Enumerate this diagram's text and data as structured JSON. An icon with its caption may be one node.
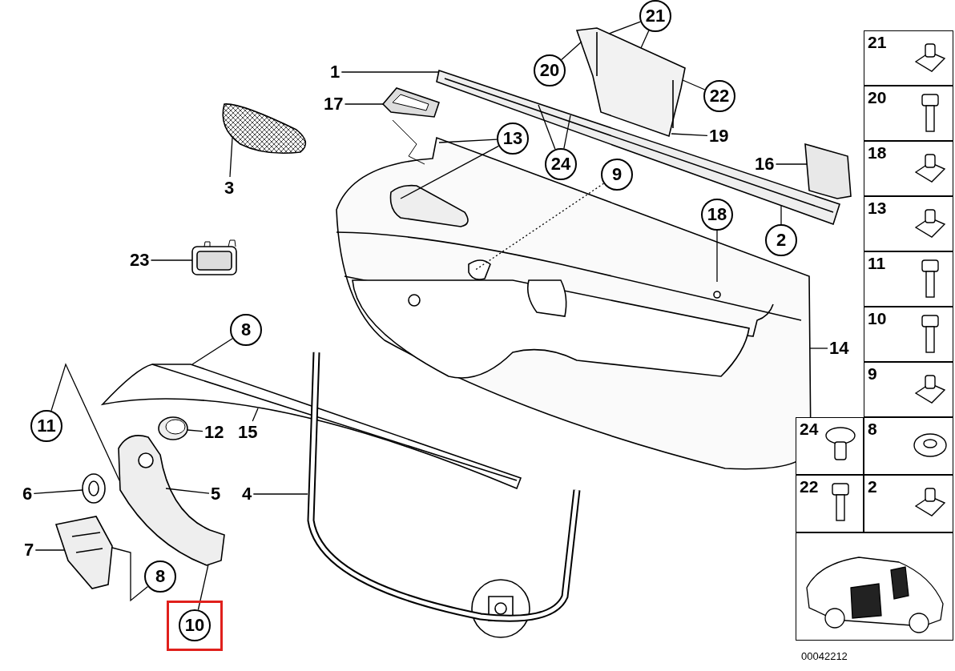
{
  "diagram": {
    "nodes": [
      {
        "text": [
          "21"
        ]
      },
      {
        "text": [
          "20"
        ]
      },
      {
        "text": [
          "22"
        ]
      },
      {
        "text": [
          "1"
        ]
      },
      {
        "text": [
          "17"
        ]
      },
      {
        "text": [
          "19"
        ]
      },
      {
        "text": [
          "13"
        ]
      },
      {
        "text": [
          "24"
        ]
      },
      {
        "text": [
          "16"
        ]
      },
      {
        "text": [
          "3"
        ]
      },
      {
        "text": [
          "9"
        ]
      },
      {
        "text": [
          "18"
        ]
      },
      {
        "text": [
          "2"
        ]
      },
      {
        "text": [
          "23"
        ]
      },
      {
        "text": [
          "8"
        ]
      },
      {
        "text": [
          "14"
        ]
      },
      {
        "text": [
          "11"
        ]
      },
      {
        "text": [
          "12"
        ]
      },
      {
        "text": [
          "15"
        ]
      },
      {
        "text": [
          "6"
        ]
      },
      {
        "text": [
          "5"
        ]
      },
      {
        "text": [
          "4"
        ]
      },
      {
        "text": [
          "7"
        ]
      },
      {
        "text": [
          "8"
        ]
      },
      {
        "text": [],
        "shape": "box"
      },
      {
        "text": [
          "10"
        ],
        "in": 24
      },
      {
        "text": [
          "21"
        ]
      },
      {
        "text": [
          "20"
        ]
      },
      {
        "text": [
          "18"
        ]
      },
      {
        "text": [
          "13"
        ]
      },
      {
        "text": [
          "11"
        ]
      },
      {
        "text": [
          "10"
        ]
      },
      {
        "text": [
          "9"
        ]
      },
      {
        "text": [
          "24"
        ]
      },
      {
        "text": [
          "8"
        ]
      },
      {
        "text": [
          "22"
        ]
      },
      {
        "text": [
          "2"
        ]
      },
      {
        "text": [],
        "shape": "picture"
      },
      {
        "text": [],
        "shape": "picture"
      },
      {
        "text": [],
        "shape": "picture"
      },
      {
        "text": [],
        "shape": "picture"
      },
      {
        "text": [],
        "shape": "picture"
      },
      {
        "text": [],
        "shape": "picture"
      },
      {
        "text": [],
        "shape": "picture"
      },
      {
        "text": [],
        "shape": "picture"
      },
      {
        "text": [],
        "shape": "picture"
      },
      {
        "text": [],
        "shape": "picture"
      },
      {
        "text": [],
        "shape": "picture"
      },
      {
        "text": [],
        "shape": "picture"
      },
      {
        "text": [],
        "shape": "picture"
      },
      {
        "text": [],
        "shape": "picture"
      }
    ],
    "edges": [
      {
        "from": 0,
        "to": 40,
        "arrow": "none"
      },
      {
        "from": 0,
        "to": 40,
        "arrow": "none"
      },
      {
        "from": 1,
        "to": 40,
        "arrow": "none"
      },
      {
        "from": 2,
        "to": 40,
        "arrow": "none"
      },
      {
        "from": 3,
        "to": 38,
        "arrow": "none"
      },
      {
        "from": 4,
        "to": 39,
        "arrow": "none"
      },
      {
        "from": 5,
        "to": 40,
        "arrow": "none"
      },
      {
        "from": 6,
        "to": 44,
        "arrow": "none"
      },
      {
        "from": 6,
        "to": 44,
        "arrow": "none"
      },
      {
        "from": 7,
        "to": 38,
        "arrow": "none"
      },
      {
        "from": 8,
        "to": 41,
        "arrow": "none"
      },
      {
        "from": 9,
        "to": 42,
        "arrow": "none"
      },
      {
        "from": 10,
        "to": 44,
        "arrow": "none",
        "style": "dashed"
      },
      {
        "from": 11,
        "to": 44,
        "arrow": "none"
      },
      {
        "from": 12,
        "to": 38,
        "arrow": "none"
      },
      {
        "from": 13,
        "to": 43,
        "arrow": "none"
      },
      {
        "from": 14,
        "to": 45,
        "arrow": "none"
      },
      {
        "from": 15,
        "to": 44,
        "arrow": "none"
      },
      {
        "from": 16,
        "to": 48,
        "arrow": "none"
      },
      {
        "from": 17,
        "to": 46,
        "arrow": "none"
      },
      {
        "from": 18,
        "to": 45,
        "arrow": "none"
      },
      {
        "from": 19,
        "to": 47,
        "arrow": "none"
      },
      {
        "from": 20,
        "to": 48,
        "arrow": "none"
      },
      {
        "from": 21,
        "to": 50,
        "arrow": "none"
      },
      {
        "from": 22,
        "to": 49,
        "arrow": "none"
      },
      {
        "from": 23,
        "to": 49,
        "arrow": "none"
      },
      {
        "from": 25,
        "to": 48,
        "arrow": "none"
      },
      {
        "from": 7,
        "to": 38,
        "arrow": "none"
      }
    ],
    "labels": [
      "00042212"
    ]
  }
}
